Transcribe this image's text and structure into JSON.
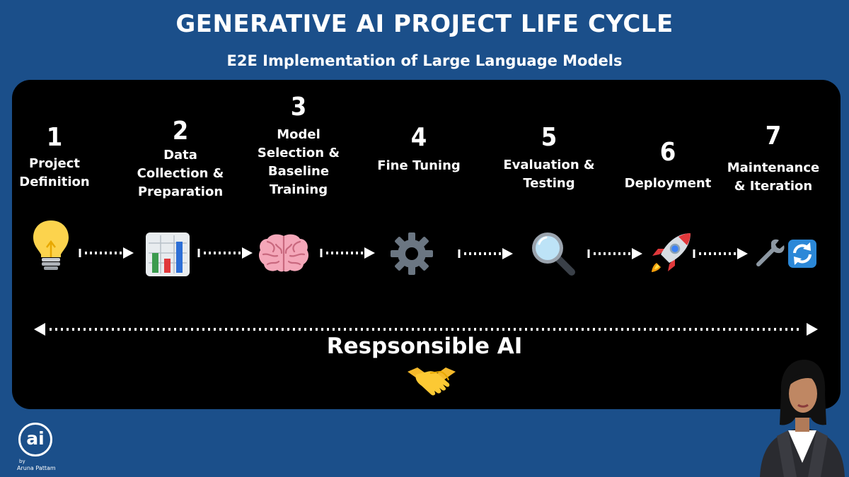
{
  "header": {
    "title": "GENERATIVE AI PROJECT LIFE CYCLE",
    "subtitle": "E2E Implementation of Large Language Models"
  },
  "steps": [
    {
      "number": "1",
      "lines": [
        "Project",
        "Definition"
      ],
      "icon": "lightbulb-icon"
    },
    {
      "number": "2",
      "lines": [
        "Data",
        "Collection &",
        "Preparation"
      ],
      "icon": "bar-chart-icon"
    },
    {
      "number": "3",
      "lines": [
        "Model",
        "Selection &",
        "Baseline",
        "Training"
      ],
      "icon": "brain-icon"
    },
    {
      "number": "4",
      "lines": [
        "Fine Tuning"
      ],
      "icon": "gear-icon"
    },
    {
      "number": "5",
      "lines": [
        "Evaluation &",
        "Testing"
      ],
      "icon": "magnifying-glass-icon"
    },
    {
      "number": "6",
      "lines": [
        "Deployment"
      ],
      "icon": "rocket-icon"
    },
    {
      "number": "7",
      "lines": [
        "Maintenance",
        "& Iteration"
      ],
      "icon": "wrench-refresh-icon"
    }
  ],
  "footer_band": {
    "label": "Respsonsible AI",
    "icon": "handshake-icon"
  },
  "branding": {
    "logo_text": "ai",
    "by": "by",
    "author": "Aruna Pattam"
  },
  "colors": {
    "background": "#1b4f8a",
    "panel": "#000000",
    "text": "#ffffff"
  }
}
